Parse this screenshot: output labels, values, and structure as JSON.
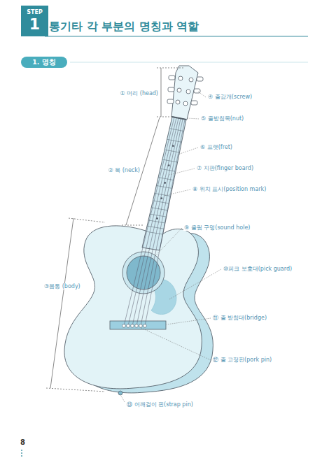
{
  "diagram": {
    "title": "통기타 각 부분의 명칭과 역할",
    "nodes": [
      {
        "text": [
          "STEP",
          "1"
        ]
      },
      {
        "text": [
          "1. 명칭"
        ]
      }
    ],
    "labels": [
      "① 머리 (head)",
      "④ 줄감개(screw)",
      "⑤ 줄받침목(nut)",
      "⑥ 프렛(fret)",
      "② 목 (neck)",
      "⑦ 지판(finger board)",
      "⑧ 위치 표시(position mark)",
      "⑨ 울림 구멍(sound hole)",
      "⑩피크 보호대(pick guard)",
      "③몸통 (body)",
      "⑪ 줄 받침대(bridge)",
      "⑫ 줄 고정핀(pork pin)",
      "⑬ 어깨걸이 핀(strap pin)",
      "8"
    ]
  }
}
